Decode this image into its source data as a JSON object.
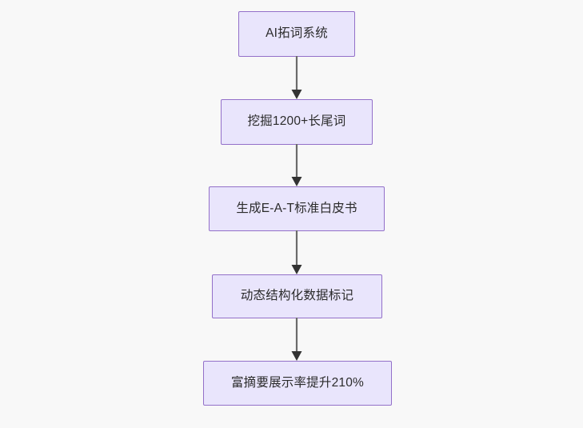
{
  "diagram": {
    "type": "flowchart",
    "orientation": "top-to-bottom",
    "background_color": "#f8f8f8",
    "node_fill_color": "#e9e5fc",
    "node_border_color": "#9370c9",
    "node_text_color": "#2b2b2b",
    "connector_color": "#6b6b6b",
    "arrowhead_color": "#333333",
    "nodes": [
      {
        "id": "node-1",
        "label": "AI拓词系统"
      },
      {
        "id": "node-2",
        "label": "挖掘1200+长尾词"
      },
      {
        "id": "node-3",
        "label": "生成E-A-T标准白皮书"
      },
      {
        "id": "node-4",
        "label": "动态结构化数据标记"
      },
      {
        "id": "node-5",
        "label": "富摘要展示率提升210%"
      }
    ],
    "edges": [
      {
        "id": "edge-1",
        "from": "node-1",
        "to": "node-2",
        "label": ""
      },
      {
        "id": "edge-2",
        "from": "node-2",
        "to": "node-3",
        "label": ""
      },
      {
        "id": "edge-3",
        "from": "node-3",
        "to": "node-4",
        "label": ""
      },
      {
        "id": "edge-4",
        "from": "node-4",
        "to": "node-5",
        "label": ""
      }
    ]
  }
}
